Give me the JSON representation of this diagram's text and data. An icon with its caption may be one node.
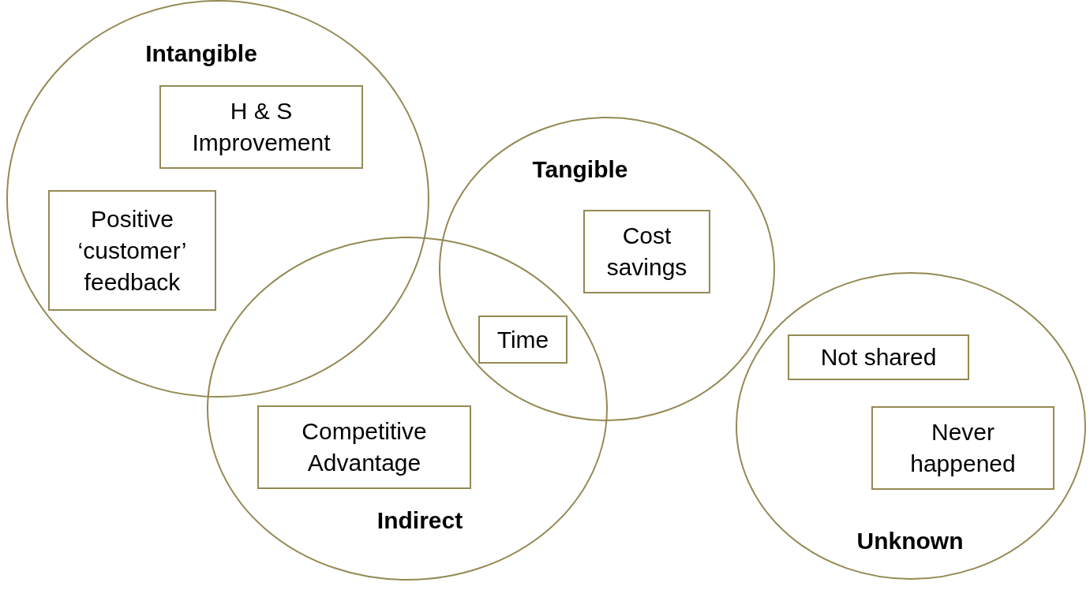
{
  "diagram": {
    "nodes": [
      {
        "text": [
          "Intangible"
        ]
      },
      {
        "text": [
          "H & S Improvement"
        ],
        "in": 0
      },
      {
        "text": [
          "Positive ‘customer’ feedback"
        ],
        "in": 0
      },
      {
        "text": [
          "Tangible"
        ]
      },
      {
        "text": [
          "Cost savings"
        ],
        "in": 3
      },
      {
        "text": [
          "Time"
        ]
      },
      {
        "text": [
          "Indirect"
        ]
      },
      {
        "text": [
          "Competitive Advantage"
        ],
        "in": 6
      },
      {
        "text": [
          "Unknown"
        ]
      },
      {
        "text": [
          "Not shared"
        ],
        "in": 8
      },
      {
        "text": [
          "Never happened"
        ],
        "in": 8
      }
    ]
  }
}
